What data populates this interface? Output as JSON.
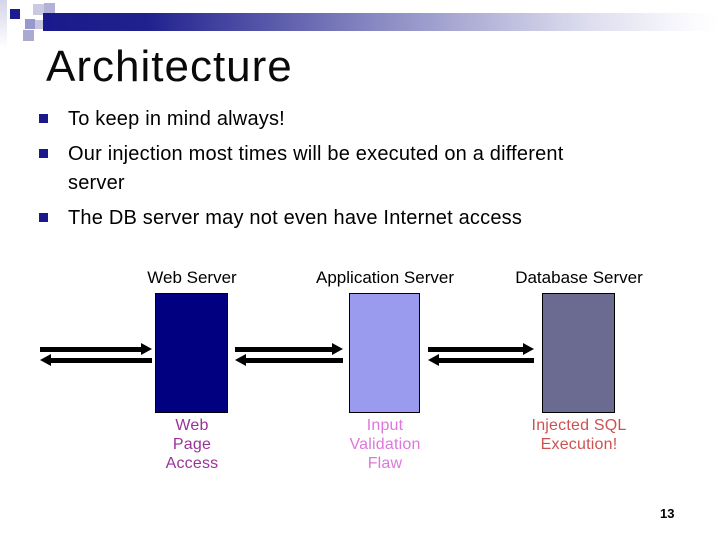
{
  "slide": {
    "title": "Architecture",
    "page_number": "13",
    "bullets": [
      {
        "text": "To keep in mind always!"
      },
      {
        "text": "Our injection most times will be executed on a different\nserver"
      },
      {
        "text": "The DB server may not even have Internet access"
      }
    ]
  },
  "diagram": {
    "nodes": [
      {
        "label": "Web Server",
        "caption": "Web\nPage\nAccess",
        "fill": "#000080",
        "caption_color": "#993399"
      },
      {
        "label": "Application Server",
        "caption": "Input\nValidation\nFlaw",
        "fill": "#9A9AEF",
        "caption_color": "#DD77DD"
      },
      {
        "label": "Database Server",
        "caption": "Injected SQL\nExecution!",
        "fill": "#6B6B91",
        "caption_color": "#CC5252"
      }
    ],
    "arrow_color": "#000000"
  },
  "theme": {
    "accent_navy": "#1A1A8C",
    "background": "#FFFFFF"
  }
}
